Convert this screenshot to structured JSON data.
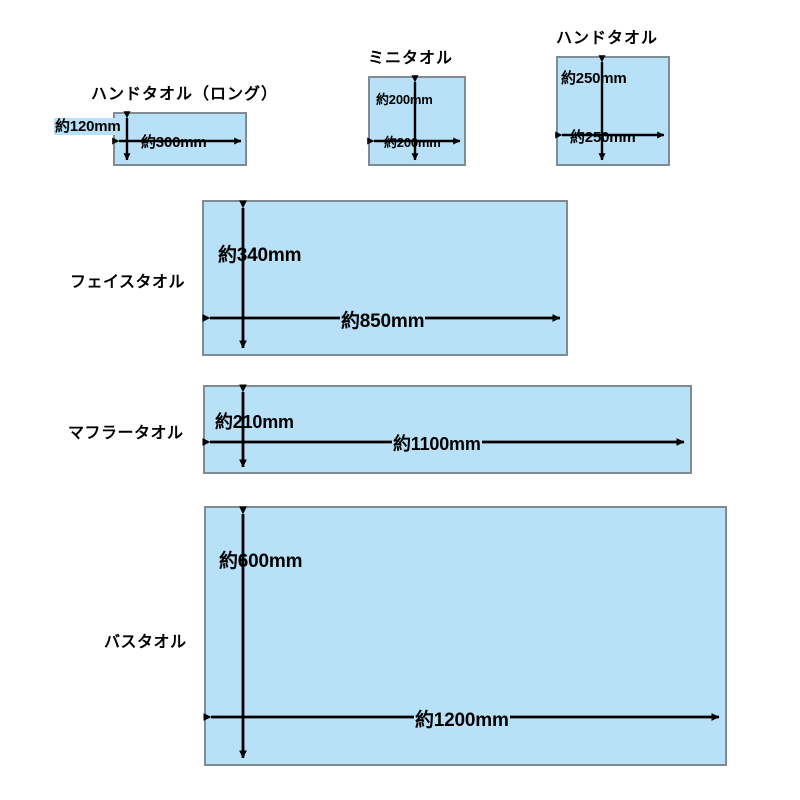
{
  "page": {
    "background_color": "#ffffff",
    "fill_color": "#b8e0f7",
    "stroke_color": "#808c94",
    "arrow_color": "#000000"
  },
  "chart_data": {
    "type": "diagram",
    "title": "",
    "unit": "mm",
    "items": [
      {
        "name": "ハンドタオル（ロング）",
        "width_label": "約300mm",
        "height_label": "約120mm",
        "width_mm": 300,
        "height_mm": 120,
        "label_position": "above"
      },
      {
        "name": "ミニタオル",
        "width_label": "約200mm",
        "height_label": "約200mm",
        "width_mm": 200,
        "height_mm": 200,
        "label_position": "above"
      },
      {
        "name": "ハンドタオル",
        "width_label": "約250mm",
        "height_label": "約250mm",
        "width_mm": 250,
        "height_mm": 250,
        "label_position": "above"
      },
      {
        "name": "フェイスタオル",
        "width_label": "約850mm",
        "height_label": "約340mm",
        "width_mm": 850,
        "height_mm": 340,
        "label_position": "left"
      },
      {
        "name": "マフラータオル",
        "width_label": "約1100mm",
        "height_label": "約210mm",
        "width_mm": 1100,
        "height_mm": 210,
        "label_position": "left"
      },
      {
        "name": "バスタオル",
        "width_label": "約1200mm",
        "height_label": "約600mm",
        "width_mm": 1200,
        "height_mm": 600,
        "label_position": "left"
      }
    ]
  },
  "labels": {
    "hand_towel_long_title": "ハンドタオル（ロング）",
    "hand_towel_long_width": "約300mm",
    "hand_towel_long_height": "約120mm",
    "mini_towel_title": "ミニタオル",
    "mini_towel_width": "約200mm",
    "mini_towel_height": "約200mm",
    "hand_towel_title": "ハンドタオル",
    "hand_towel_width": "約250mm",
    "hand_towel_height": "約250mm",
    "face_towel_title": "フェイスタオル",
    "face_towel_width": "約850mm",
    "face_towel_height": "約340mm",
    "muffler_towel_title": "マフラータオル",
    "muffler_towel_width": "約1100mm",
    "muffler_towel_height": "約210mm",
    "bath_towel_title": "バスタオル",
    "bath_towel_width": "約1200mm",
    "bath_towel_height": "約600mm"
  }
}
